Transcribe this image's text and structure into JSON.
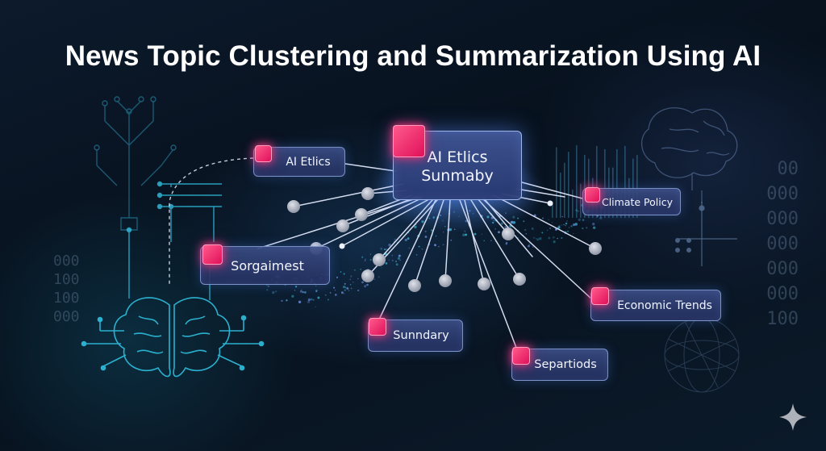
{
  "title": "News Topic Clustering and Summarization Using AI",
  "colors": {
    "background": "#0a1422",
    "node_fill": "#303f78",
    "node_border": "#96afe6",
    "badge": "#f0286e",
    "connector": "#e6ecff",
    "dot": "#b4b8c6",
    "circuit": "#2fb7d6"
  },
  "hub": {
    "label": "AI Etlics Sunmaby"
  },
  "topics": [
    {
      "id": "ai-etlics",
      "label": "AI Etlics"
    },
    {
      "id": "climate-policy",
      "label": "Climate Policy"
    },
    {
      "id": "sorgaimest",
      "label": "Sorgaimest"
    },
    {
      "id": "economic-trends",
      "label": "Economic Trends"
    },
    {
      "id": "sunndary",
      "label": "Sunndary"
    },
    {
      "id": "separtiods",
      "label": "Separtiods"
    }
  ],
  "binary_left": [
    "000",
    "100",
    "100",
    "000"
  ],
  "binary_right": [
    "00",
    "000",
    "000",
    "000",
    "000",
    "000",
    "100"
  ],
  "icons": [
    "circuit-brain-icon",
    "sparkle-icon"
  ]
}
